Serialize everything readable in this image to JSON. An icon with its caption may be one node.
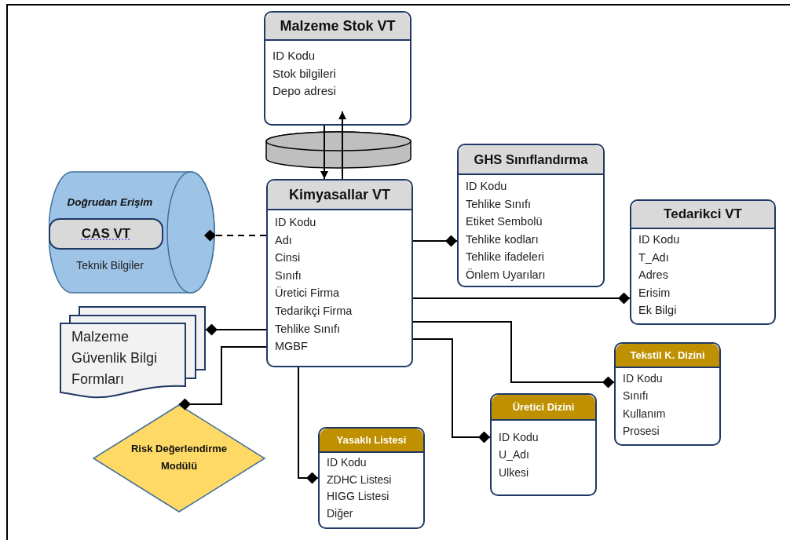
{
  "diagram": {
    "nodes": [
      {
        "text": [
          "Malzeme Stok VT",
          "ID Kodu",
          "Stok bilgileri",
          "Depo adresi"
        ]
      },
      {
        "text": [],
        "shape": "cylinder"
      },
      {
        "text": [
          "Kimyasallar VT",
          "ID Kodu",
          "Adı",
          "Cinsi",
          "Sınıfı",
          "Üretici Firma",
          "Tedarikçi Firma",
          "Tehlike Sınıfı",
          "MGBF"
        ]
      },
      {
        "text": [
          "Doğrudan Erişim",
          "Teknik Bilgiler"
        ]
      },
      {
        "text": [
          "CAS VT"
        ],
        "in": 3
      },
      {
        "text": [
          "GHS Sınıflandırma",
          "ID Kodu",
          "Tehlike Sınıfı",
          "Etiket Sembolü",
          "Tehlike kodları",
          "Tehlike ifadeleri",
          "Önlem Uyarıları"
        ]
      },
      {
        "text": [
          "Tedarikci VT",
          "ID Kodu",
          "T_Adı",
          "Adres",
          "Erisim",
          "Ek Bilgi"
        ]
      },
      {
        "text": [
          "Malzeme Güvenlik Bilgi Formları"
        ]
      },
      {
        "text": [
          "Tekstil K. Dizini",
          "ID Kodu",
          "Sınıfı",
          "Kullanım",
          "Prosesi"
        ]
      },
      {
        "text": [
          "Risk Değerlendirme Modülü"
        ]
      },
      {
        "text": [
          "Üretici Dizini",
          "ID Kodu",
          "U_Adı",
          "Ulkesi"
        ]
      },
      {
        "text": [
          "Yasaklı Listesi",
          "ID Kodu",
          "ZDHC Listesi",
          "HIGG Listesi",
          "Diğer"
        ]
      }
    ],
    "edges": [
      {
        "from": 0,
        "to": 1,
        "arrow": "none"
      },
      {
        "from": 1,
        "to": 2,
        "arrow": "to"
      },
      {
        "from": 2,
        "to": 1,
        "arrow": "none"
      },
      {
        "from": 1,
        "to": 0,
        "arrow": "to"
      },
      {
        "from": 2,
        "to": 3,
        "arrow": "other",
        "style": "dashed"
      },
      {
        "from": 2,
        "to": 5,
        "arrow": "other"
      },
      {
        "from": 2,
        "to": 6,
        "arrow": "other"
      },
      {
        "from": 2,
        "to": 7,
        "arrow": "other"
      },
      {
        "from": 2,
        "to": 9,
        "arrow": "other"
      },
      {
        "from": 2,
        "to": 11,
        "arrow": "other"
      },
      {
        "from": 2,
        "to": 10,
        "arrow": "other"
      },
      {
        "from": 2,
        "to": 8,
        "arrow": "other"
      }
    ]
  }
}
